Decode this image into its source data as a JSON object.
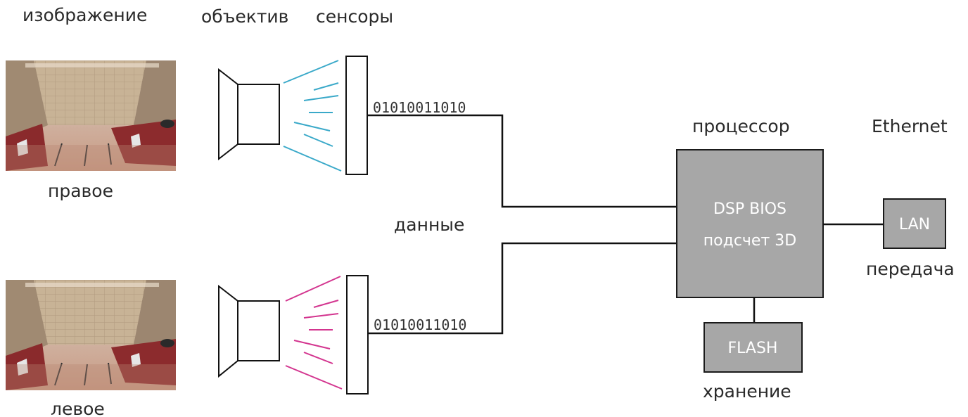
{
  "labels": {
    "image": "изображение",
    "lens": "объектив",
    "sensors": "сенсоры",
    "right": "правое",
    "left": "левое",
    "data": "данные",
    "processor": "процессор",
    "ethernet": "Ethernet",
    "transfer": "передача",
    "storage": "хранение"
  },
  "streams": {
    "top": "01010011010",
    "bottom": "01010011010"
  },
  "blocks": {
    "processor_line1": "DSP BIOS",
    "processor_line2": "подсчет 3D",
    "lan": "LAN",
    "flash": "FLASH"
  },
  "colors": {
    "right_rays": "#3aa9c9",
    "left_rays": "#d3358f",
    "block_fill": "#a7a7a7"
  }
}
